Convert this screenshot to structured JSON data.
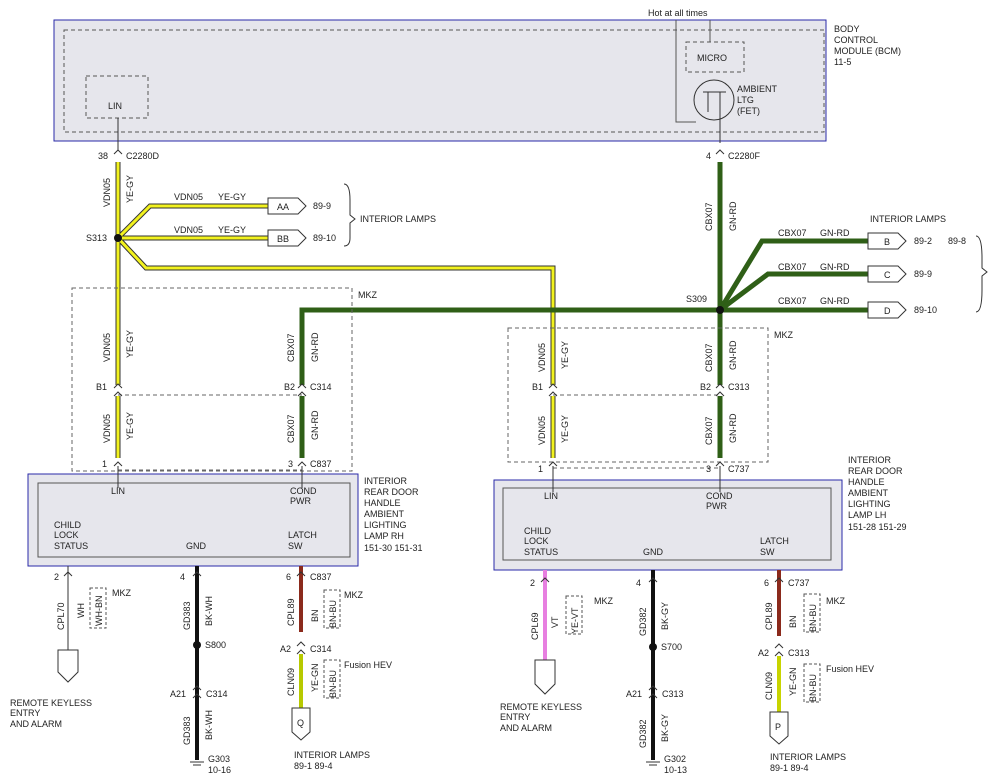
{
  "bcm": {
    "hot_label": "Hot at all times",
    "title": "BODY",
    "title2": "CONTROL",
    "title3": "MODULE (BCM)",
    "ref": "11-5",
    "lin": "LIN",
    "micro": "MICRO",
    "amb1": "AMBIENT",
    "amb2": "LTG",
    "amb3": "(FET)"
  },
  "pins": {
    "p38": "38",
    "c2280d": "C2280D",
    "p4top": "4",
    "c2280f": "C2280F",
    "b1": "B1",
    "b2": "B2",
    "c314": "C314",
    "b1r": "B1",
    "b2r": "B2",
    "c313": "C313",
    "p1": "1",
    "p3": "3",
    "c837": "C837",
    "p1r": "1",
    "p3r": "3",
    "c737": "C737",
    "p2": "2",
    "p4": "4",
    "p6": "6",
    "c837b": "C837",
    "p2r": "2",
    "p4r": "4",
    "p6r": "6",
    "c737b": "C737",
    "a2": "A2",
    "c314b": "C314",
    "a2r": "A2",
    "c313b": "C313",
    "a21": "A21",
    "c314c": "C314",
    "a21r": "A21",
    "c313c": "C313"
  },
  "wires": {
    "vdn05": "VDN05",
    "yegy": "YE-GY",
    "cbx07": "CBX07",
    "gnrd": "GN-RD",
    "cpl70": "CPL70",
    "wh": "WH",
    "whbn": "WH-BN",
    "gd383": "GD383",
    "bkwh": "BK-WH",
    "cpl89": "CPL89",
    "bn": "BN",
    "bnbu": "BN-BU",
    "cln09": "CLN09",
    "yegn": "YE-GN",
    "cpl69": "CPL69",
    "vt": "VT",
    "yevt": "YE-VT",
    "gd382": "GD382",
    "bkgy": "BK-GY"
  },
  "splices": {
    "s313": "S313",
    "s309": "S309",
    "s800": "S800",
    "s700": "S700"
  },
  "connectors": {
    "aa": "AA",
    "aa_ref": "89-9",
    "bb": "BB",
    "bb_ref": "89-10",
    "interior_lamps_left": "INTERIOR LAMPS",
    "b": "B",
    "b_ref": "89-2",
    "b_ref2": "89-8",
    "c": "C",
    "c_ref": "89-9",
    "d": "D",
    "d_ref": "89-10",
    "interior_lamps_right": "INTERIOR LAMPS",
    "q": "Q",
    "p": "P"
  },
  "notes": {
    "mkz1": "MKZ",
    "mkz2": "MKZ",
    "mkz_wh": "MKZ",
    "mkz_bn": "MKZ",
    "mkz_vt": "MKZ",
    "mkz_bnr": "MKZ",
    "fusion": "Fusion HEV",
    "fusionr": "Fusion HEV"
  },
  "rh_module": {
    "t1": "INTERIOR",
    "t2": "REAR DOOR",
    "t3": "HANDLE",
    "t4": "AMBIENT",
    "t5": "LIGHTING",
    "t6": "LAMP RH",
    "ref": "151-30  151-31",
    "lin": "LIN",
    "cond": "COND",
    "pwr": "PWR",
    "child": "CHILD",
    "lock": "LOCK",
    "status": "STATUS",
    "gnd": "GND",
    "latch": "LATCH",
    "sw": "SW"
  },
  "lh_module": {
    "t1": "INTERIOR",
    "t2": "REAR DOOR",
    "t3": "HANDLE",
    "t4": "AMBIENT",
    "t5": "LIGHTING",
    "t6": "LAMP LH",
    "ref": "151-28  151-29",
    "lin": "LIN",
    "cond": "COND",
    "pwr": "PWR",
    "child": "CHILD",
    "lock": "LOCK",
    "status": "STATUS",
    "gnd": "GND",
    "latch": "LATCH",
    "sw": "SW"
  },
  "bottom": {
    "rke1": "REMOTE KEYLESS",
    "rke2": "ENTRY",
    "rke3": "AND ALARM",
    "g303": "G303",
    "g303_ref": "10-16",
    "il": "INTERIOR LAMPS",
    "il_ref": "89-1   89-4",
    "rke1r": "REMOTE KEYLESS",
    "rke2r": "ENTRY",
    "rke3r": "AND ALARM",
    "g302": "G302",
    "g302_ref": "10-13",
    "ilr": "INTERIOR LAMPS",
    "ilr_ref": "89-1   89-4"
  },
  "colors": {
    "yellow": "#f2f21e",
    "green": "#2f5f17",
    "brown_red": "#8b2a1c",
    "pink": "#e77fe0",
    "black": "#111111",
    "border_blue": "#2a2aa8"
  }
}
